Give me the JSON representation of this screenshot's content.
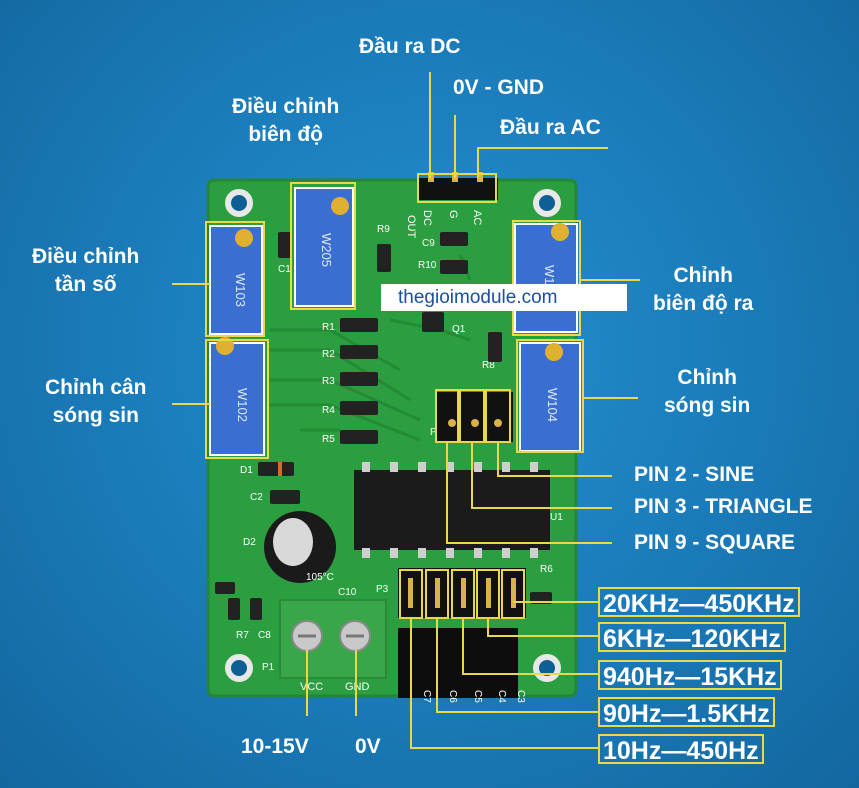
{
  "watermark": "thegioimodule.com",
  "top_labels": {
    "dc_out": "Đầu ra DC",
    "gnd": "0V - GND",
    "ac_out": "Đầu ra AC"
  },
  "left_labels": {
    "amp_adjust": [
      "Điều chỉnh",
      "biên độ"
    ],
    "freq_adjust": [
      "Điều chỉnh",
      "tần số"
    ],
    "sine_balance": [
      "Chỉnh cân",
      "sóng sin"
    ]
  },
  "right_labels": {
    "out_amp": [
      "Chỉnh",
      "biên độ ra"
    ],
    "sine_adjust": [
      "Chỉnh",
      "sóng sin"
    ]
  },
  "pins": [
    "PIN 2 - SINE",
    "PIN 3 - TRIANGLE",
    "PIN 9 - SQUARE"
  ],
  "ranges": [
    "20KHz—450KHz",
    "6KHz—120KHz",
    "940Hz—15KHz",
    "90Hz—1.5KHz",
    "10Hz—450Hz"
  ],
  "power": {
    "vin": "10-15V",
    "gnd": "0V"
  },
  "silkscreen": {
    "out": "OUT",
    "dc": "DC",
    "g": "G",
    "ac": "AC",
    "vcc": "VCC",
    "gnd": "GND",
    "p1": "P1",
    "p2": "P2",
    "p3": "P3",
    "u1": "U1",
    "q1": "Q1",
    "d1": "D1",
    "d2": "D2",
    "r1": "R1",
    "r2": "R2",
    "r3": "R3",
    "r4": "R4",
    "r5": "R5",
    "r6": "R6",
    "r7": "R7",
    "r8": "R8",
    "r9": "R9",
    "r10": "R10",
    "c1": "C1",
    "c2": "C2",
    "c3": "C3",
    "c4": "C4",
    "c5": "C5",
    "c6": "C6",
    "c7": "C7",
    "c8": "C8",
    "c9": "C9",
    "c10": "C10",
    "w103a": "W103",
    "w103b": "W103",
    "w102": "W102",
    "w104": "W104",
    "w205": "W205",
    "cap_text": "105°C"
  },
  "colors": {
    "board": "#2b9e3f",
    "annotation": "#e8d84a",
    "background": "#1a7ab8"
  }
}
